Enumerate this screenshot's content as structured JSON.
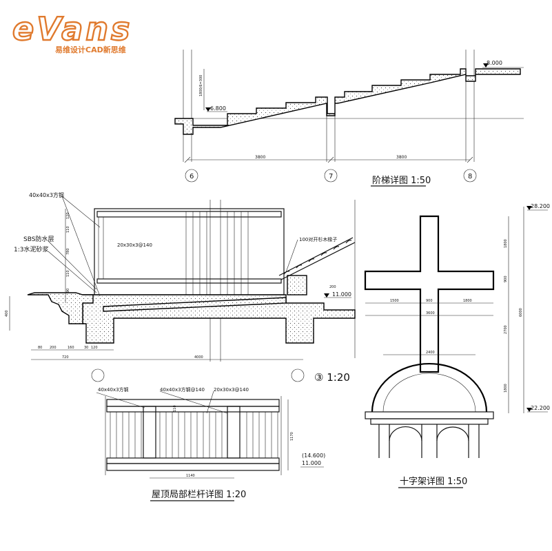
{
  "logo": {
    "brand": "eVans",
    "tagline": "易维设计CAD新思维"
  },
  "stair": {
    "title": "阶梯详图 1:50",
    "elev_top": "8.000",
    "elev_mid": "6.800",
    "riser_note": "1800/6=300",
    "dim_left": "3800",
    "dim_right": "3800",
    "axes": [
      "6",
      "7",
      "8"
    ]
  },
  "roof": {
    "callout_steel": "40x40x3方钢",
    "callout_sbs": "SBS防水层",
    "callout_mortar": "1:3水泥砂浆",
    "callout_rect": "20x30x3@140",
    "callout_wood": "100对开杉木椽子",
    "elev": "11.000",
    "scale": "③ 1:20",
    "dims_left": [
      "120",
      "110",
      "780",
      "110",
      "90"
    ],
    "dims_bottom": [
      "80",
      "200",
      "160",
      "30",
      "120"
    ],
    "dim_total": "720",
    "dim_span": "4000",
    "dim_small": "200",
    "dim_h": "400"
  },
  "railing": {
    "title": "屋顶局部栏杆详图 1:20",
    "callout_a": "40x40x3方钢",
    "callout_b": "40x40x3方钢@140",
    "callout_c": "20x30x3@140",
    "dim_span": "1140",
    "dim_h": "1170",
    "dim_top": "110",
    "elev_a": "(14.600)",
    "elev_b": "11.000"
  },
  "cross": {
    "title": "十字架详图 1:50",
    "elev_top": "28.200",
    "elev_bottom": "22.200",
    "dims_h": [
      "1500",
      "900",
      "1800"
    ],
    "dim_total_w": "3600",
    "dim_dome": "2400",
    "dims_v": [
      "1800",
      "900",
      "2700",
      "1800"
    ],
    "dim_total_h": "6000"
  }
}
